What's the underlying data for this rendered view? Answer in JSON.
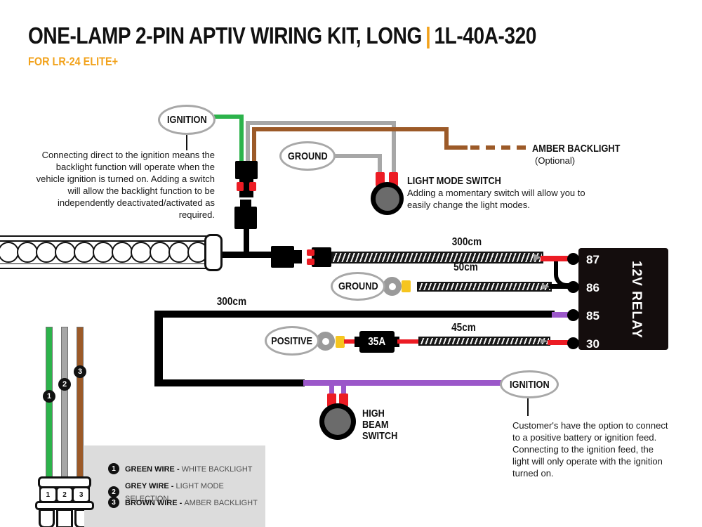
{
  "header": {
    "title_main": "ONE-LAMP 2-PIN APTIV WIRING KIT, LONG",
    "title_sep": "|",
    "title_code": "1L-40A-320",
    "subtitle": "FOR LR-24 ELITE+"
  },
  "diagram": {
    "ovals": {
      "ignition_top": "IGNITION",
      "ground_top": "GROUND",
      "ground_mid": "GROUND",
      "positive": "POSITIVE",
      "ignition_bottom": "IGNITION"
    },
    "amber": {
      "label": "AMBER BACKLIGHT",
      "optional": "(Optional)"
    },
    "light_mode_switch": {
      "title": "LIGHT MODE SWITCH",
      "body": "Adding a momentary switch will allow you to easily change the light modes."
    },
    "high_beam_switch": {
      "label": "HIGH BEAM SWITCH"
    },
    "fuse_label": "35A",
    "relay": {
      "name": "12V RELAY",
      "pins": [
        "87",
        "86",
        "85",
        "30"
      ]
    },
    "lengths": {
      "lamp_cable": "300cm",
      "ground_cable": "50cm",
      "switch_loop": "300cm",
      "positive_cable": "45cm"
    },
    "notes": {
      "ignition": "Connecting direct to the ignition means the backlight function will operate when the vehicle ignition is turned on. Adding a switch will allow the backlight function to be independently deactivated/activated as required.",
      "customer": "Customer's have the option to connect to a positive battery or ignition feed. Connecting to the ignition feed, the light will only operate with the ignition turned on."
    }
  },
  "harness": {
    "pin_numbers": [
      "1",
      "2",
      "3"
    ],
    "wire_badges": [
      "1",
      "2",
      "3"
    ]
  },
  "legend": {
    "items": [
      {
        "num": "1",
        "name": "GREEN WIRE - ",
        "desc": "WHITE BACKLIGHT"
      },
      {
        "num": "2",
        "name": "GREY WIRE - ",
        "desc": "LIGHT MODE SELECTION"
      },
      {
        "num": "3",
        "name": "BROWN WIRE - ",
        "desc": "AMBER BACKLIGHT"
      }
    ]
  },
  "colors": {
    "accent_orange": "#F2A21B",
    "wire_green": "#2CB34B",
    "wire_grey": "#A7A7A7",
    "wire_brown": "#9C5A28",
    "wire_purple": "#9B57C9",
    "wire_red": "#EC1C24",
    "crimp_yellow": "#F6C51F",
    "relay_body": "#140D0D"
  }
}
